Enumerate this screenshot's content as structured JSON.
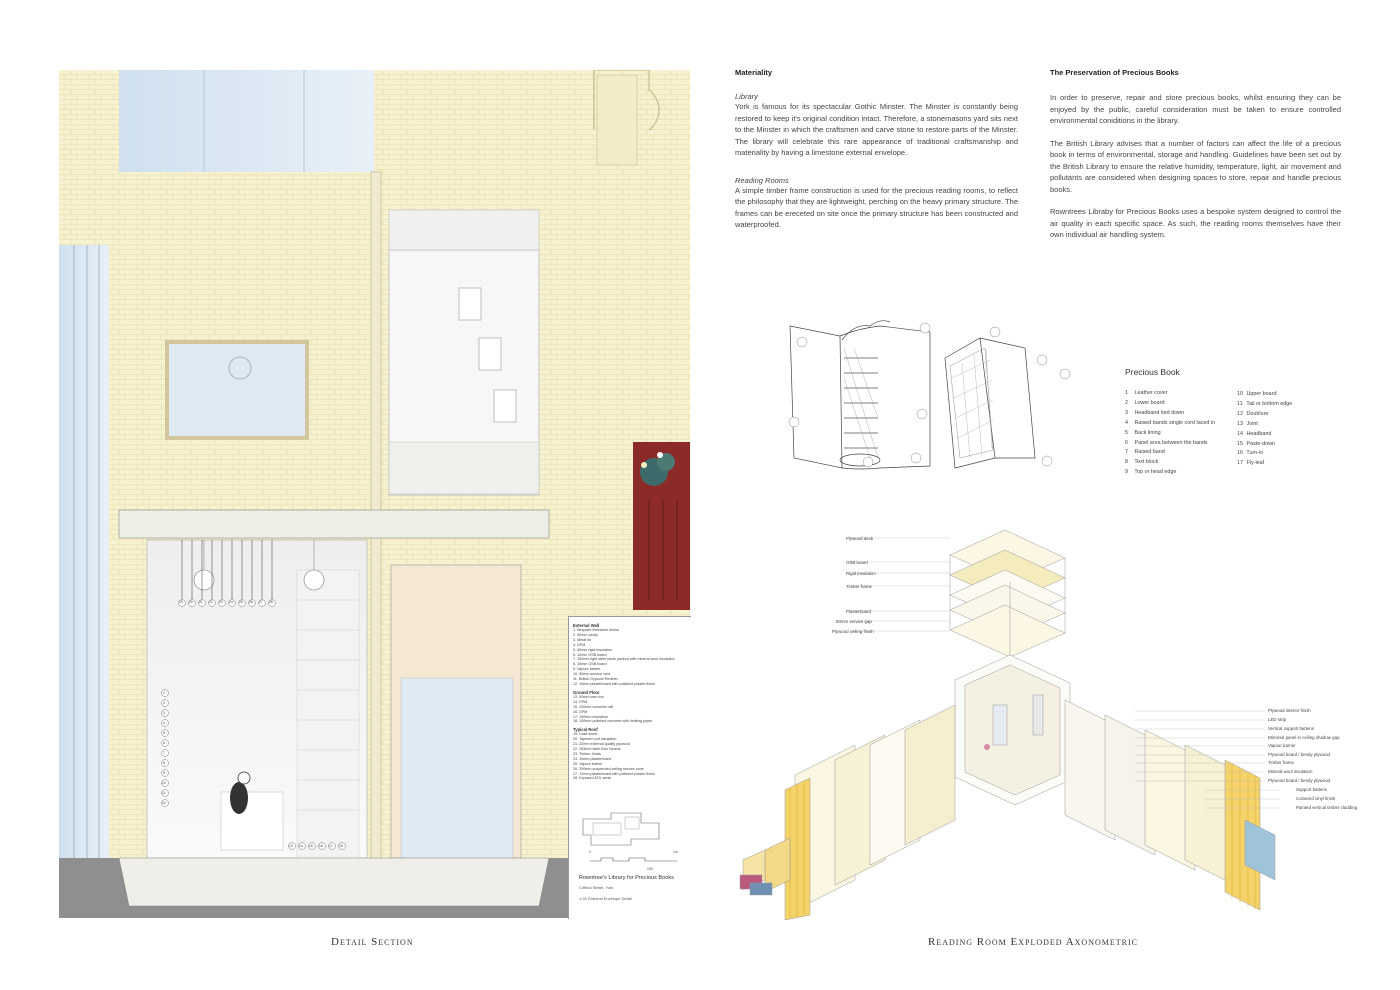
{
  "materiality": {
    "heading": "Materiality",
    "library_sub": "Library",
    "library_text": "York is famous for its spectacular Gothic Minster. The Minster is constantly being restored to keep it's original condition intact. Therefore, a stonemasons yard sits next to the Minster in which the craftsmen and carve stone to restore parts of the Minster. The library will celebrate this rare appearance of traditional craftsmanship and materiality by having a limestone external envelope.",
    "reading_sub": "Reading Rooms",
    "reading_text": "A simple timber frame construction is used for the precious reading rooms, to reflect the philosophy that they are lightweight, perching on the heavy primary structure. The frames can be ereceted on site once the primary structure has been constructed and waterproofed."
  },
  "preservation": {
    "heading": "The Preservation of Precious Books",
    "p1": "In order to preserve, repair and store precious books, whilst ensuring they can be enjoyed by the public, careful consideration must be taken to ensure controlled environmental coniditions in the library.",
    "p2": "The British Library advises that a number of factors can affect the life of a precious book in terms of environmental, storage and handling. Guidelines have been set out by the British Library to ensure the relative humidity, temperature, light, air movement and pollutants are considered when designing spaces to store, repair and handle precious books.",
    "p3": "Rowntrees Libraby for Precious Books uses a bespoke system designed to control the air quality in each specific space. As such, the reading rooms themselves have their own individual air handling system."
  },
  "precious_book": {
    "title": "Precious Book",
    "col1": [
      {
        "n": "1",
        "t": "Leather cover"
      },
      {
        "n": "2",
        "t": "Lower board"
      },
      {
        "n": "3",
        "t": "Headband tied down"
      },
      {
        "n": "4",
        "t": "Raised bands single cord laced in"
      },
      {
        "n": "5",
        "t": "Back lining"
      },
      {
        "n": "6",
        "t": "Panel area between the bands"
      },
      {
        "n": "7",
        "t": "Raised band"
      },
      {
        "n": "8",
        "t": "Text block"
      },
      {
        "n": "9",
        "t": "Top or head edge"
      }
    ],
    "col2": [
      {
        "n": "10",
        "t": "Upper board"
      },
      {
        "n": "11",
        "t": "Tail or bottom edge"
      },
      {
        "n": "12",
        "t": "Doublure"
      },
      {
        "n": "13",
        "t": "Joint"
      },
      {
        "n": "14",
        "t": "Headband"
      },
      {
        "n": "15",
        "t": "Paste-down"
      },
      {
        "n": "16",
        "t": "Turn-in"
      },
      {
        "n": "17",
        "t": "Fly-leaf"
      }
    ]
  },
  "axo": {
    "left_labels": [
      "Plywood deck",
      "OSB board",
      "Rigid insulation",
      "Timber frame",
      "Plasterboard",
      "50mm service gap",
      "Plywood ceiling finish"
    ],
    "right_labels": [
      "Plywood interior finish",
      "LED strip",
      "Vertical support battens",
      "Mirrored panel in ceiling shadow gap",
      "Vapour barrier",
      "Plywood board / bendy plywood",
      "Timber frame",
      "Mineral wool insulation",
      "Plywood board / bendy plywood",
      "Support battens",
      "Coloured vinyl finish",
      "Painted vertical timber cladding"
    ]
  },
  "spec": {
    "external_wall_title": "External Wall",
    "external_wall": [
      "1. Bespoke limestone bricks",
      "2. 50mm cavity",
      "3. Metal tie",
      "4. DPM",
      "5. 60mm rigid insulation",
      "6. 12mm OSB board",
      "7. 150mm light steel studs packed with mineral wool insulation",
      "8. 15mm OSB board",
      "9. Vapour barrier",
      "10. 50mm service void",
      "11. British Gypsum Rediner",
      "12. 19mm plasterboard with polished plaster finish"
    ],
    "ground_floor_title": "Ground Floor",
    "ground_floor": [
      "13. 50mm lean mix",
      "14. DPM",
      "15. 200mm concrete raft",
      "16. DPM",
      "17. 150mm insulation",
      "18. 100mm polished concrete with heating pipes"
    ],
    "typical_roof_title": "Typical Roof",
    "typical_roof": [
      "19. Lead sheet",
      "20. Tapered roof insulation",
      "21. 22mm external quality plywood",
      "22. 283mm steel floor beams",
      "23. Timber Joists",
      "24. 19mm plasterboard",
      "25. Vapour barrier",
      "26. 350mm suspended ceiling service zone",
      "27. 12mm plasterboard with polished plaster finish",
      "28. Exposed ATU vents"
    ],
    "scale_zero": "0",
    "scale_mid": "1m",
    "scale_max": "100",
    "project_title": "Rowntree's Library for Precious Books",
    "location": "Clifford Street, York",
    "scale_note": "1:20 External Envelope Detail"
  },
  "section_tags": {
    "roof": [
      "19",
      "20",
      "21",
      "22",
      "23",
      "24",
      "25",
      "26",
      "27",
      "28"
    ],
    "wall": [
      "1",
      "2",
      "3",
      "4",
      "5",
      "6",
      "7",
      "8",
      "9",
      "10",
      "11",
      "12"
    ],
    "floor": [
      "13",
      "14",
      "15",
      "16",
      "17",
      "18"
    ]
  },
  "captions": {
    "left": "Detail Section",
    "right": "Reading Room Exploded Axonometric"
  }
}
